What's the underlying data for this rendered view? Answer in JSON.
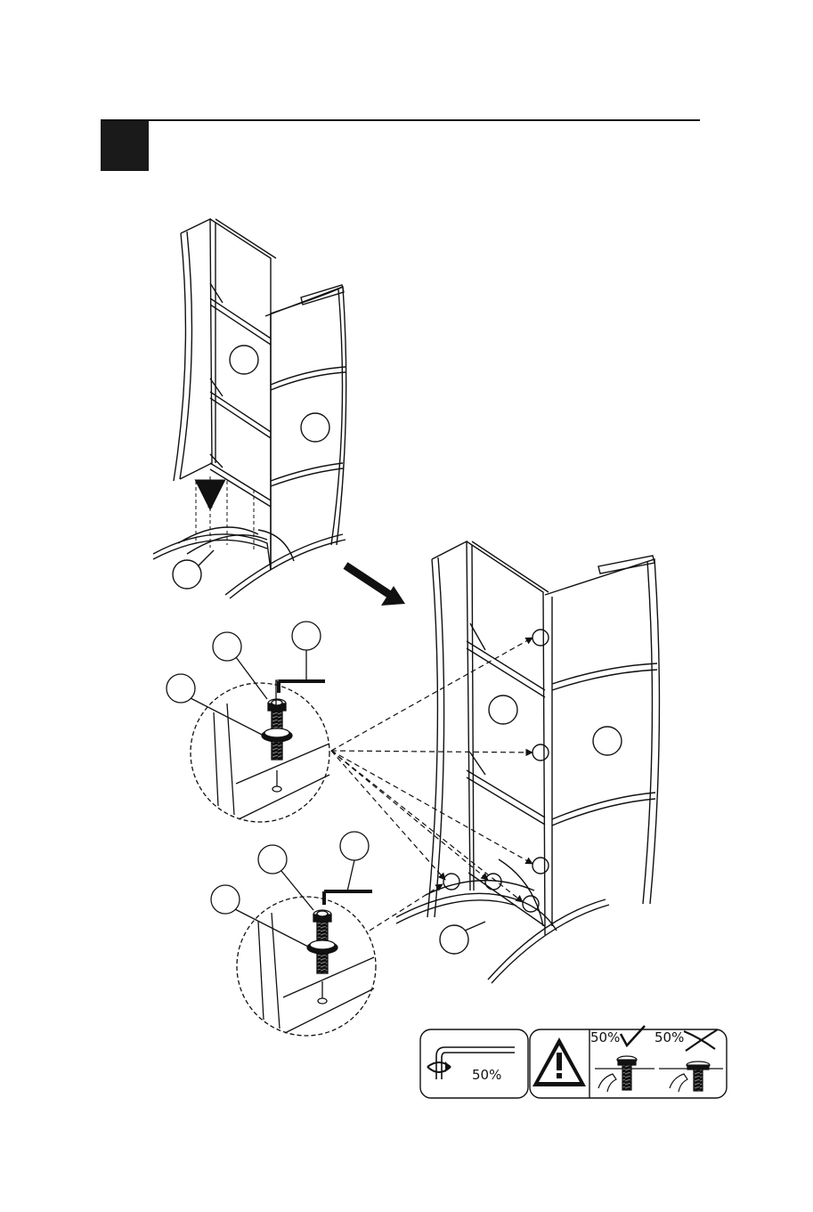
{
  "step": {
    "number": ""
  },
  "torque_panel": {
    "percent": "50%",
    "icon": "allen-key-rotate-icon"
  },
  "warning_panel": {
    "icon": "warning-triangle-icon",
    "correct": {
      "percent": "50%",
      "icon": "check-mark-icon"
    },
    "incorrect": {
      "percent": "50%",
      "icon": "cross-mark-icon"
    }
  },
  "colors": {
    "ink": "#111111",
    "paper": "#ffffff"
  }
}
